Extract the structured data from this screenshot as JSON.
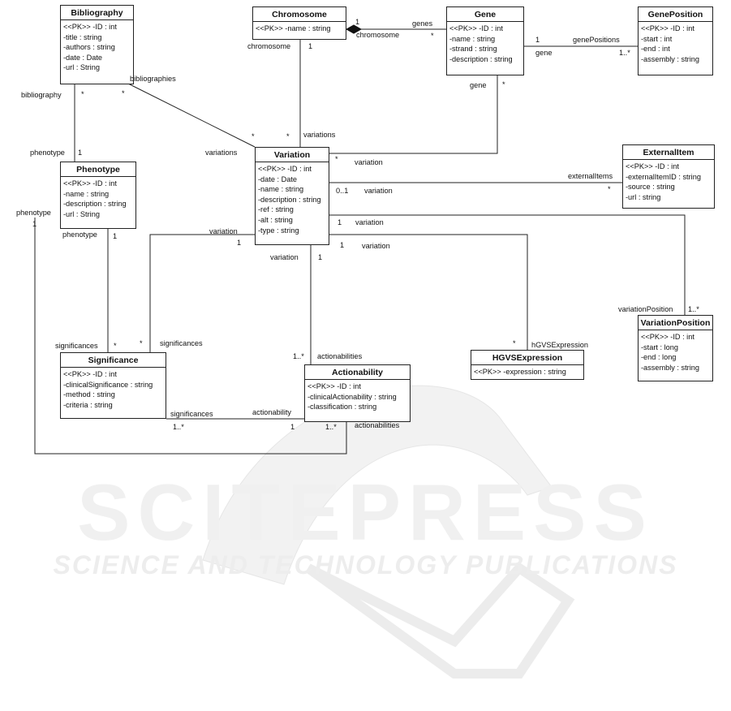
{
  "watermark": {
    "main": "SCITEPRESS",
    "sub": "SCIENCE AND TECHNOLOGY PUBLICATIONS"
  },
  "classes": {
    "bibliography": {
      "name": "Bibliography",
      "attrs": [
        "<<PK>> -ID : int",
        "-title : string",
        "-authors : string",
        "-date : Date",
        "-url : String"
      ]
    },
    "chromosome": {
      "name": "Chromosome",
      "attrs": [
        "<<PK>> -name : string"
      ]
    },
    "gene": {
      "name": "Gene",
      "attrs": [
        "<<PK>> -ID : int",
        "-name : string",
        "-strand : string",
        "-description : string"
      ]
    },
    "geneposition": {
      "name": "GenePosition",
      "attrs": [
        "<<PK>> -ID : int",
        "-start : int",
        "-end : int",
        "-assembly : string"
      ]
    },
    "phenotype": {
      "name": "Phenotype",
      "attrs": [
        "<<PK>> -ID : int",
        "-name : string",
        "-description : string",
        "-url : String"
      ]
    },
    "variation": {
      "name": "Variation",
      "attrs": [
        "<<PK>> -ID : int",
        "-date : Date",
        "-name : string",
        "-description : string",
        "-ref : string",
        "-alt : string",
        "-type : string"
      ]
    },
    "externalitem": {
      "name": "ExternalItem",
      "attrs": [
        "<<PK>> -ID : int",
        "-externalItemID : string",
        "-source : string",
        "-url : string"
      ]
    },
    "significance": {
      "name": "Significance",
      "attrs": [
        "<<PK>> -ID : int",
        "-clinicalSignificance : string",
        "-method : string",
        "-criteria : string"
      ]
    },
    "actionability": {
      "name": "Actionability",
      "attrs": [
        "<<PK>> -ID : int",
        "-clinicalActionability : string",
        "-classification : string"
      ]
    },
    "hgvsexpression": {
      "name": "HGVSExpression",
      "attrs": [
        "<<PK>> -expression : string"
      ]
    },
    "variationposition": {
      "name": "VariationPosition",
      "attrs": [
        "<<PK>> -ID : int",
        "-start : long",
        "-end : long",
        "-assembly : string"
      ]
    }
  },
  "labels": {
    "chr_gene_mult1": "1",
    "genes": "genes",
    "genes_mult": "*",
    "chromosome_role_gene": "chromosome",
    "chromosome_role_var": "chromosome",
    "chr_var_mult1": "1",
    "variations_chr": "variations",
    "variations_chr_mult": "*",
    "gene_gp_mult1": "1",
    "genePositions": "genePositions",
    "gene_role_gp": "gene",
    "gp_mult": "1..*",
    "gene_role_var": "gene",
    "gene_var_mult": "*",
    "variation_gene": "variation",
    "variation_gene_mult": "*",
    "bibliographies": "bibliographies",
    "bib_mult": "*",
    "bibliography_role": "bibliography",
    "bib_phen_mult": "*",
    "phenotype_role_bib": "phenotype",
    "phen_bib_mult": "1",
    "variations_bib": "variations",
    "variations_bib_mult": "*",
    "externalItems": "externalItems",
    "ext_mult": "*",
    "var_ext_mult": "0..1",
    "variation_ext": "variation",
    "var_vp_mult": "1",
    "variation_vp": "variation",
    "variationPosition": "variationPosition",
    "vp_mult": "1..*",
    "var_hgvs_mult": "1",
    "variation_hgvs": "variation",
    "hgvs_mult": "*",
    "hGVSExpression": "hGVSExpression",
    "variation_sig": "variation",
    "var_sig_mult": "1",
    "significances_var": "significances",
    "sig_var_mult": "*",
    "variation_act": "variation",
    "var_act_mult": "1",
    "act_var_mult": "1..*",
    "actionabilities_var": "actionabilities",
    "phenotype_role_sig": "phenotype",
    "phen_sig_mult": "1",
    "significances_phen": "significances",
    "sig_phen_mult": "*",
    "phenotype_role_act": "phenotype",
    "phen_act_mult": "1",
    "significances_act": "significances",
    "sig_act_mult": "1..*",
    "actionability_role": "actionability",
    "act_sig_mult": "1",
    "act_phen_mult": "1..*",
    "actionabilities_phen": "actionabilities"
  }
}
